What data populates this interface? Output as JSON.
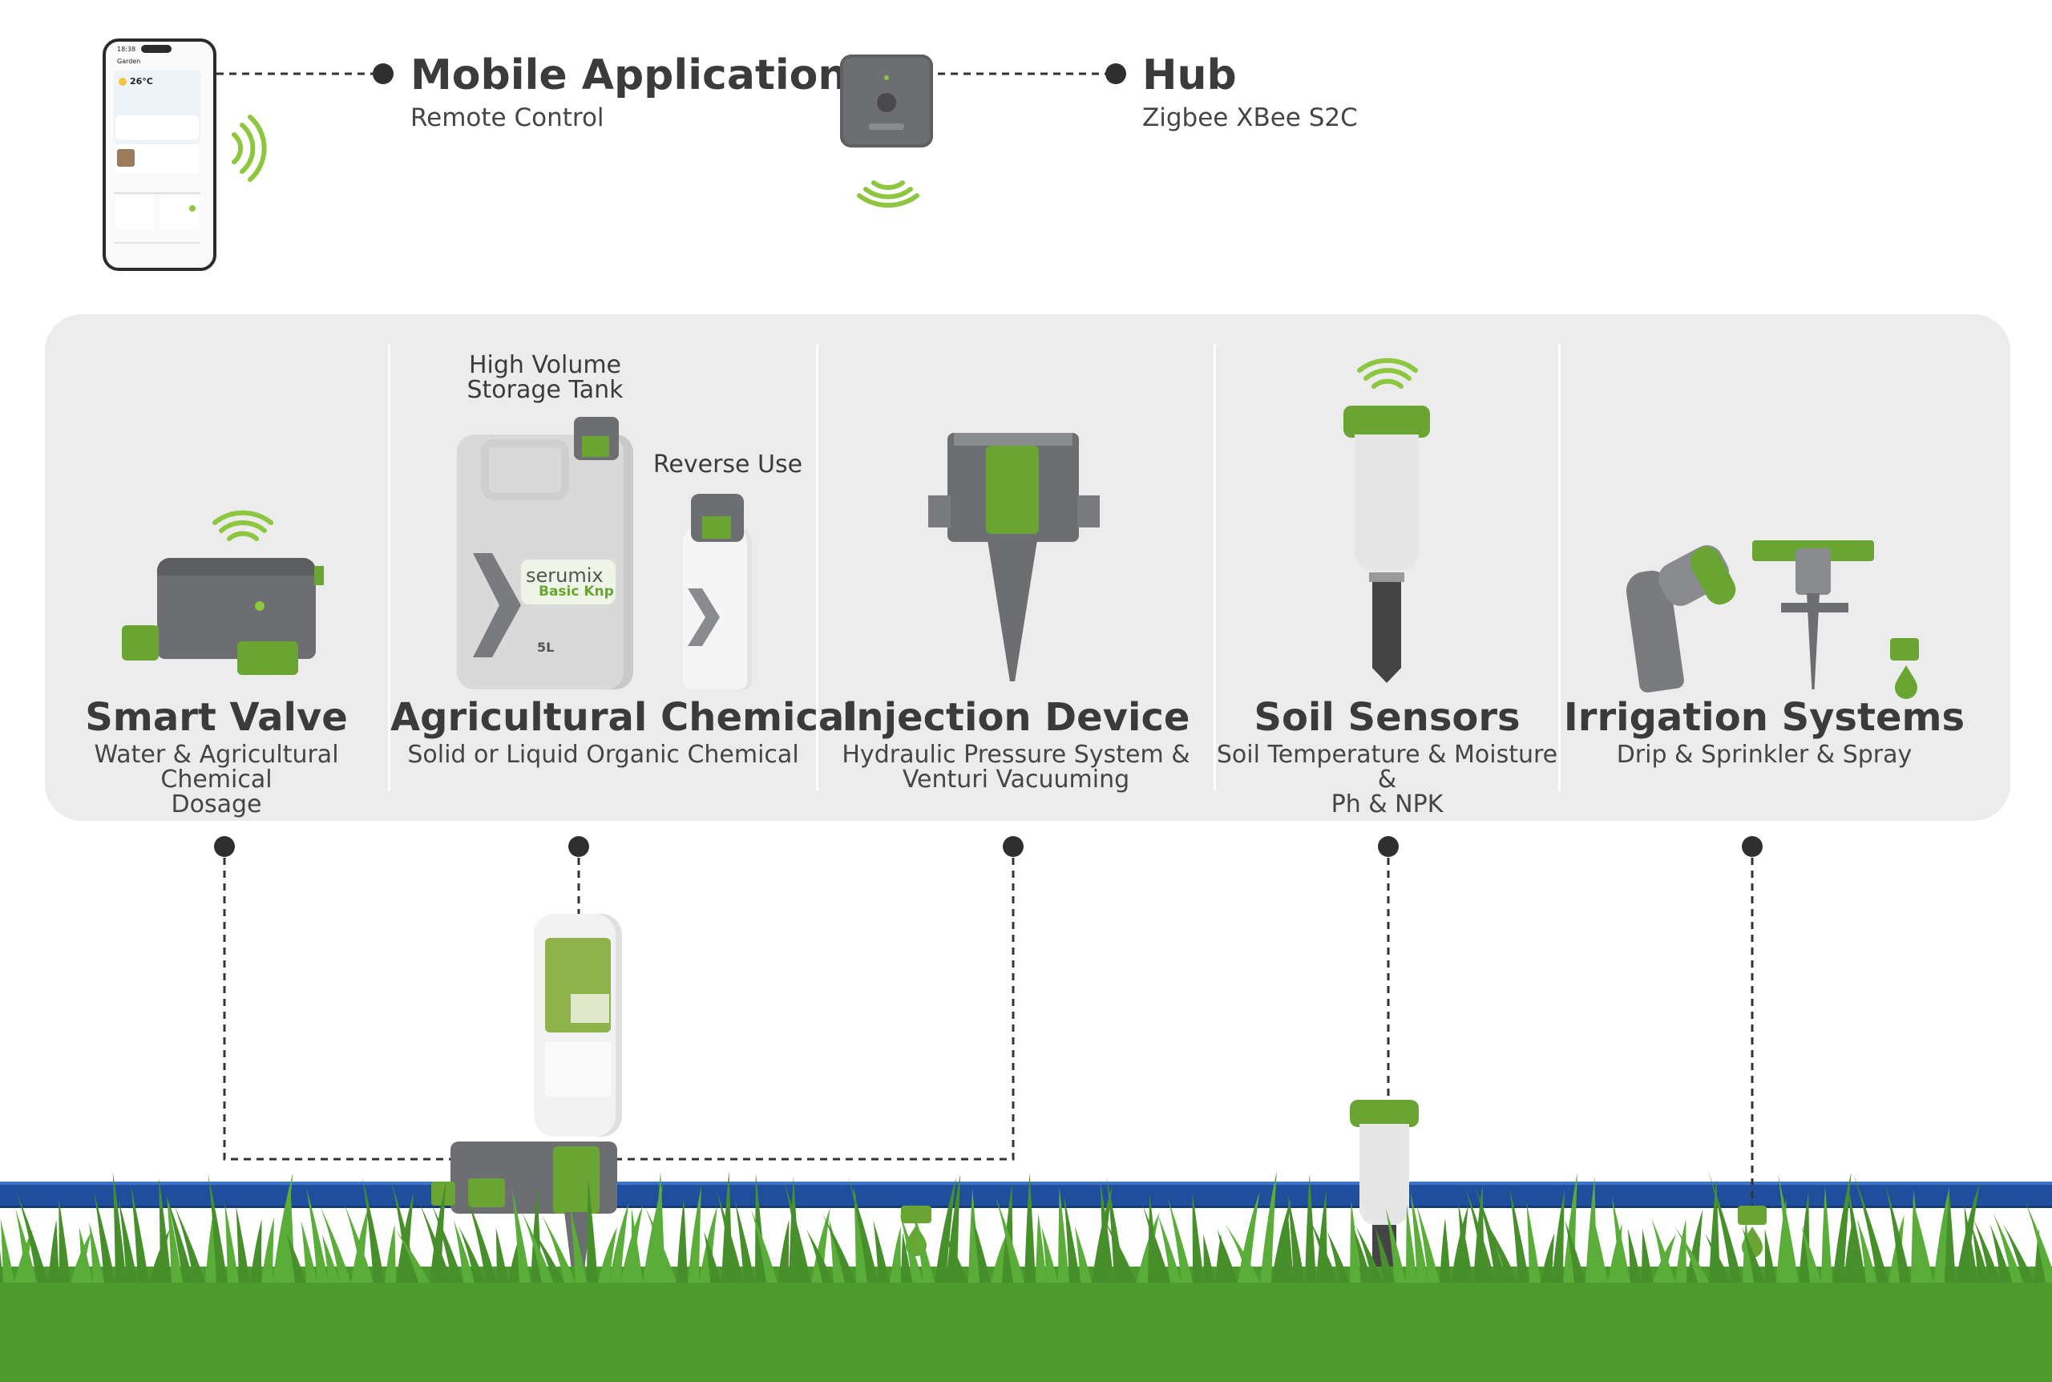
{
  "top": {
    "mobile": {
      "title": "Mobile Application",
      "subtitle": "Remote Control"
    },
    "hub": {
      "title": "Hub",
      "subtitle": "Zigbee XBee S2C"
    }
  },
  "phone_screen": {
    "time": "18:38",
    "header": "Garden",
    "temperature": "26°C"
  },
  "components": [
    {
      "title": "Smart Valve",
      "subtitle_lines": [
        "Water & Agricultural Chemical",
        "Dosage"
      ]
    },
    {
      "title": "Agricultural Chemical",
      "subtitle_lines": [
        "Solid or Liquid Organic Chemical"
      ]
    },
    {
      "title": "Injection Device",
      "subtitle_lines": [
        "Hydraulic Pressure System &",
        "Venturi Vacuuming"
      ]
    },
    {
      "title": "Soil Sensors",
      "subtitle_lines": [
        "Soil Temperature & Moisture &",
        "Ph & NPK"
      ]
    },
    {
      "title": "Irrigation Systems",
      "subtitle_lines": [
        "Drip & Sprinkler & Spray"
      ]
    }
  ],
  "chemical_labels": {
    "tank": [
      "High Volume",
      "Storage Tank"
    ],
    "reverse": "Reverse Use"
  },
  "product_text": {
    "brand": "serumix",
    "product": "Basic Knp",
    "volume": "5L"
  },
  "colors": {
    "accent_green": "#8dc63f",
    "dark_green": "#5a8f2c",
    "device_gray": "#6d6e71",
    "panel_bg": "#ececec",
    "pipe_blue": "#1f4f9c",
    "grass": "#4c9a2e"
  }
}
